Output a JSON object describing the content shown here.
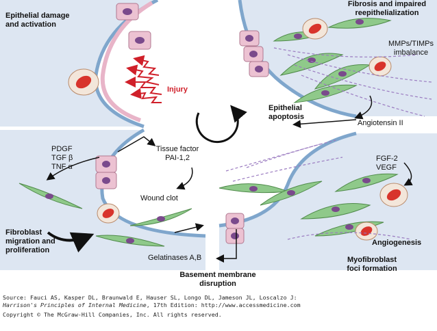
{
  "panels": {
    "top_left_title": "Epithelial damage\nand activation",
    "top_right_title": "Fibrosis and impaired\nreepithelialization",
    "bottom_left_title": "Fibroblast\nmigration and\nproliferation",
    "angiogenesis_title": "Angiogenesis",
    "myofibroblast_title": "Myofibroblast\nfoci formation",
    "basement_title": "Basement membrane\ndisruption",
    "epithelial_apoptosis": "Epithelial\napoptosis"
  },
  "labels": {
    "injury": "Injury",
    "mmps_timps": "MMPs/TIMPs\nimbalance",
    "angiotensin": "Angiotensin II",
    "growth_factors_left": "PDGF\nTGF β\nTNF α",
    "tissue_factor": "Tissue factor\nPAI-1,2",
    "wound_clot": "Wound clot",
    "gelatinases": "Gelatinases A,B",
    "growth_factors_right": "FGF-2\nVEGF"
  },
  "caption": {
    "line1": "Source: Fauci AS, Kasper DL, Braunwald E, Hauser SL, Longo DL, Jameson JL, Loscalzo J:",
    "book_title": "Harrison's Principles of Internal Medicine",
    "line2_rest": ", 17th Edition: http://www.accessmedicine.com",
    "line3": "Copyright © The McGraw-Hill Companies, Inc. All rights reserved."
  },
  "colors": {
    "alveolar_fill": "#dde6f2",
    "membrane": "#7fa6cc",
    "epithelial_cell": "#ecc2d2",
    "nucleus": "#7a4a8c",
    "fibroblast": "#8fc98a",
    "rbc": "#d8342c",
    "injury_red": "#d0202a",
    "collagen_dash": "#9a7ac0"
  }
}
